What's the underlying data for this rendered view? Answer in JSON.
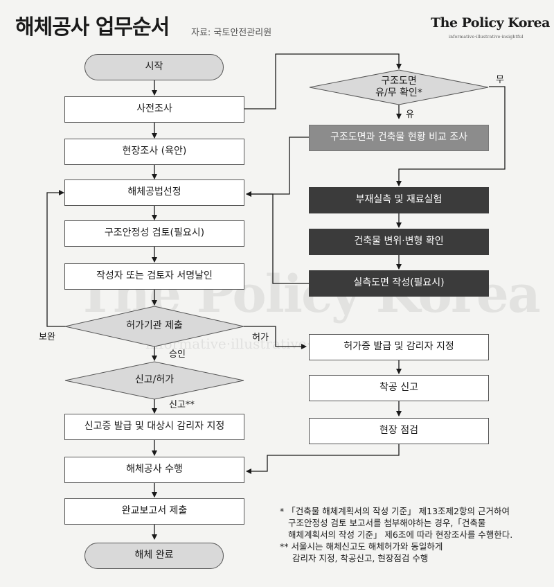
{
  "header": {
    "title": "해체공사 업무순서",
    "source": "자료: 국토안전관리원",
    "brand": "The Policy Korea",
    "tagline": "informative·illustrative·insightful",
    "watermark": "The Policy Korea",
    "watermark_tagline": "informative·illustrative·insightful"
  },
  "nodes": {
    "start": "시작",
    "pre_survey": "사전조사",
    "site_survey": "현장조사 (육안)",
    "method": "해체공법선정",
    "safety": "구조안정성 검토(필요시)",
    "sign": "작성자 또는 검토자 서명날인",
    "submit": "허가기관 제출",
    "report": "신고/허가",
    "cert": "신고증 발급 및 대상시 감리자 지정",
    "perform": "해체공사 수행",
    "complete_report": "완교보고서 제출",
    "end": "해체 완료",
    "drawing_check_1": "구조도면",
    "drawing_check_2": "유/무 확인*",
    "compare": "구조도면과 건축물 현황 비교 조사",
    "measure": "부재실측 및 재료실험",
    "deform": "건축물 변위·변형 확인",
    "as_built": "실측도면 작성(필요시)",
    "permit": "허가증 발급 및 감리자 지정",
    "start_notice": "착공 신고",
    "site_check": "현장 점검"
  },
  "labels": {
    "yes": "유",
    "no": "무",
    "revise": "보완",
    "approve": "승인",
    "permit": "허가",
    "notice": "신고**"
  },
  "notes": {
    "n1_line1": "* 「건축물 해체계획서의 작성 기준」 제13조제2항의 근거하여",
    "n1_line2": "구조안정성 검토 보고서를 첨부해야하는 경우,「건축물",
    "n1_line3": "해체계획서의 작성 기준」 제6조에 따라 현장조사를 수행한다.",
    "n2_line1": "** 서울시는 해체신고도 해체허가와 동일하게",
    "n2_line2": "감리자 지정, 착공신고, 현장점검 수행"
  },
  "colors": {
    "background": "#f4f4f2",
    "terminal": "#d9d9d9",
    "gray_box": "#8c8c8c",
    "dark_box": "#3b3b3b",
    "line": "#1a1a1a"
  }
}
